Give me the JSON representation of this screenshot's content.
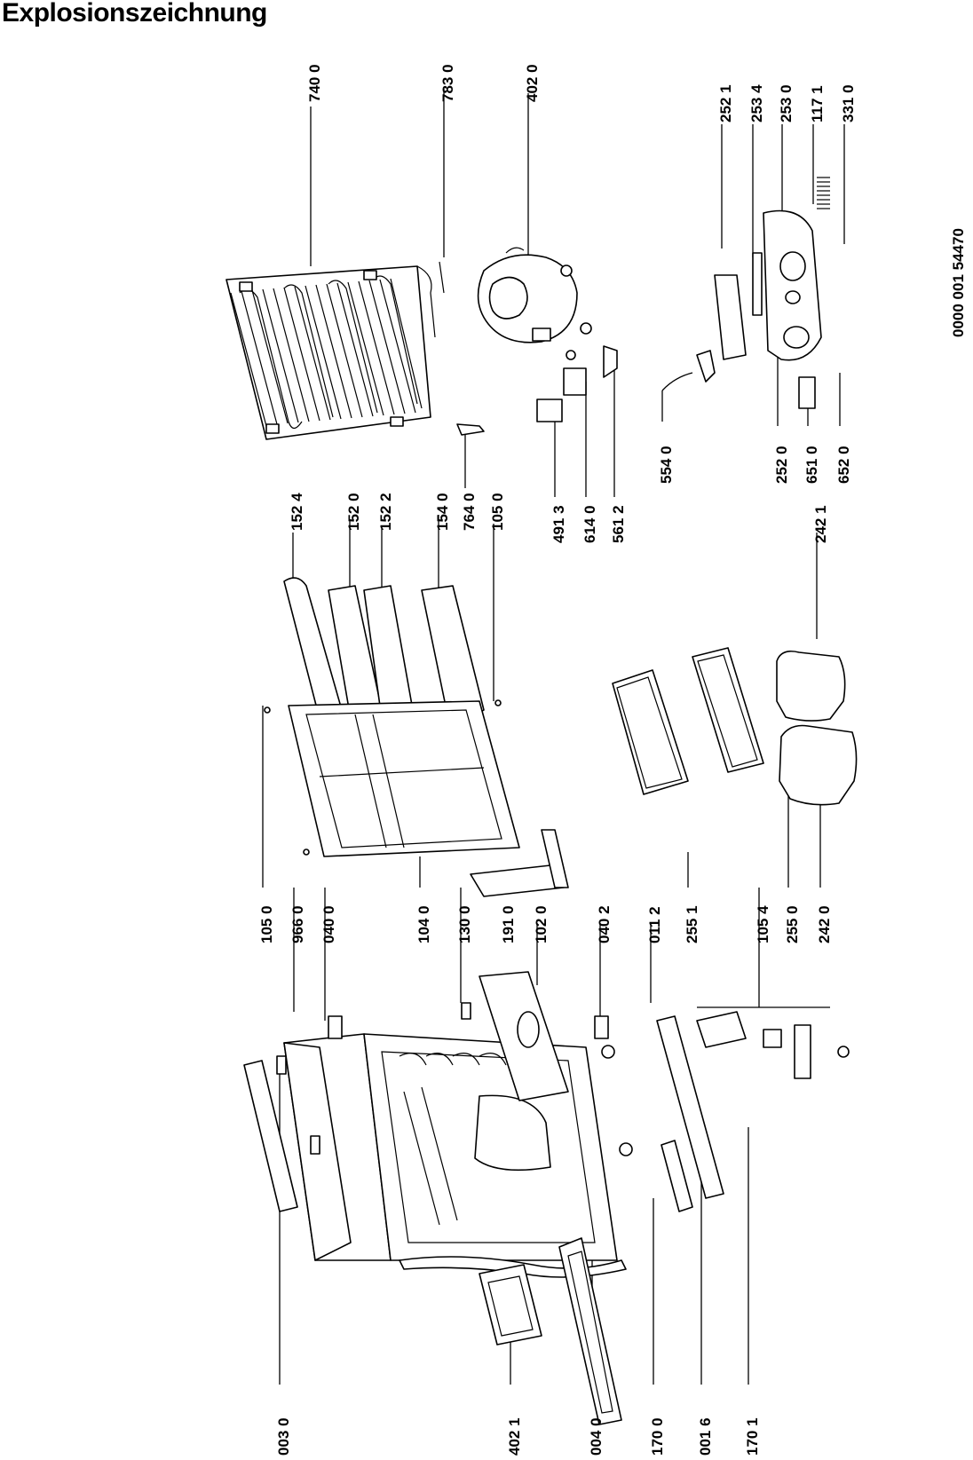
{
  "title": "Explosionszeichnung",
  "document_number": "0000 001 54470",
  "part_numbers": [
    "740 0",
    "783 0",
    "402 0",
    "252 1",
    "253 4",
    "253 0",
    "117 1",
    "331 0",
    "554 0",
    "252 0",
    "651 0",
    "652 0",
    "152 4",
    "152 0",
    "152 2",
    "154 0",
    "764 0",
    "105 0",
    "491 3",
    "614 0",
    "561 2",
    "242 1",
    "105 0",
    "966 0",
    "040 0",
    "104 0",
    "130 0",
    "191 0",
    "102 0",
    "040 2",
    "011 2",
    "255 1",
    "105 4",
    "255 0",
    "242 0",
    "003 0",
    "402 1",
    "004 0",
    "170 0",
    "001 6",
    "170 1"
  ]
}
